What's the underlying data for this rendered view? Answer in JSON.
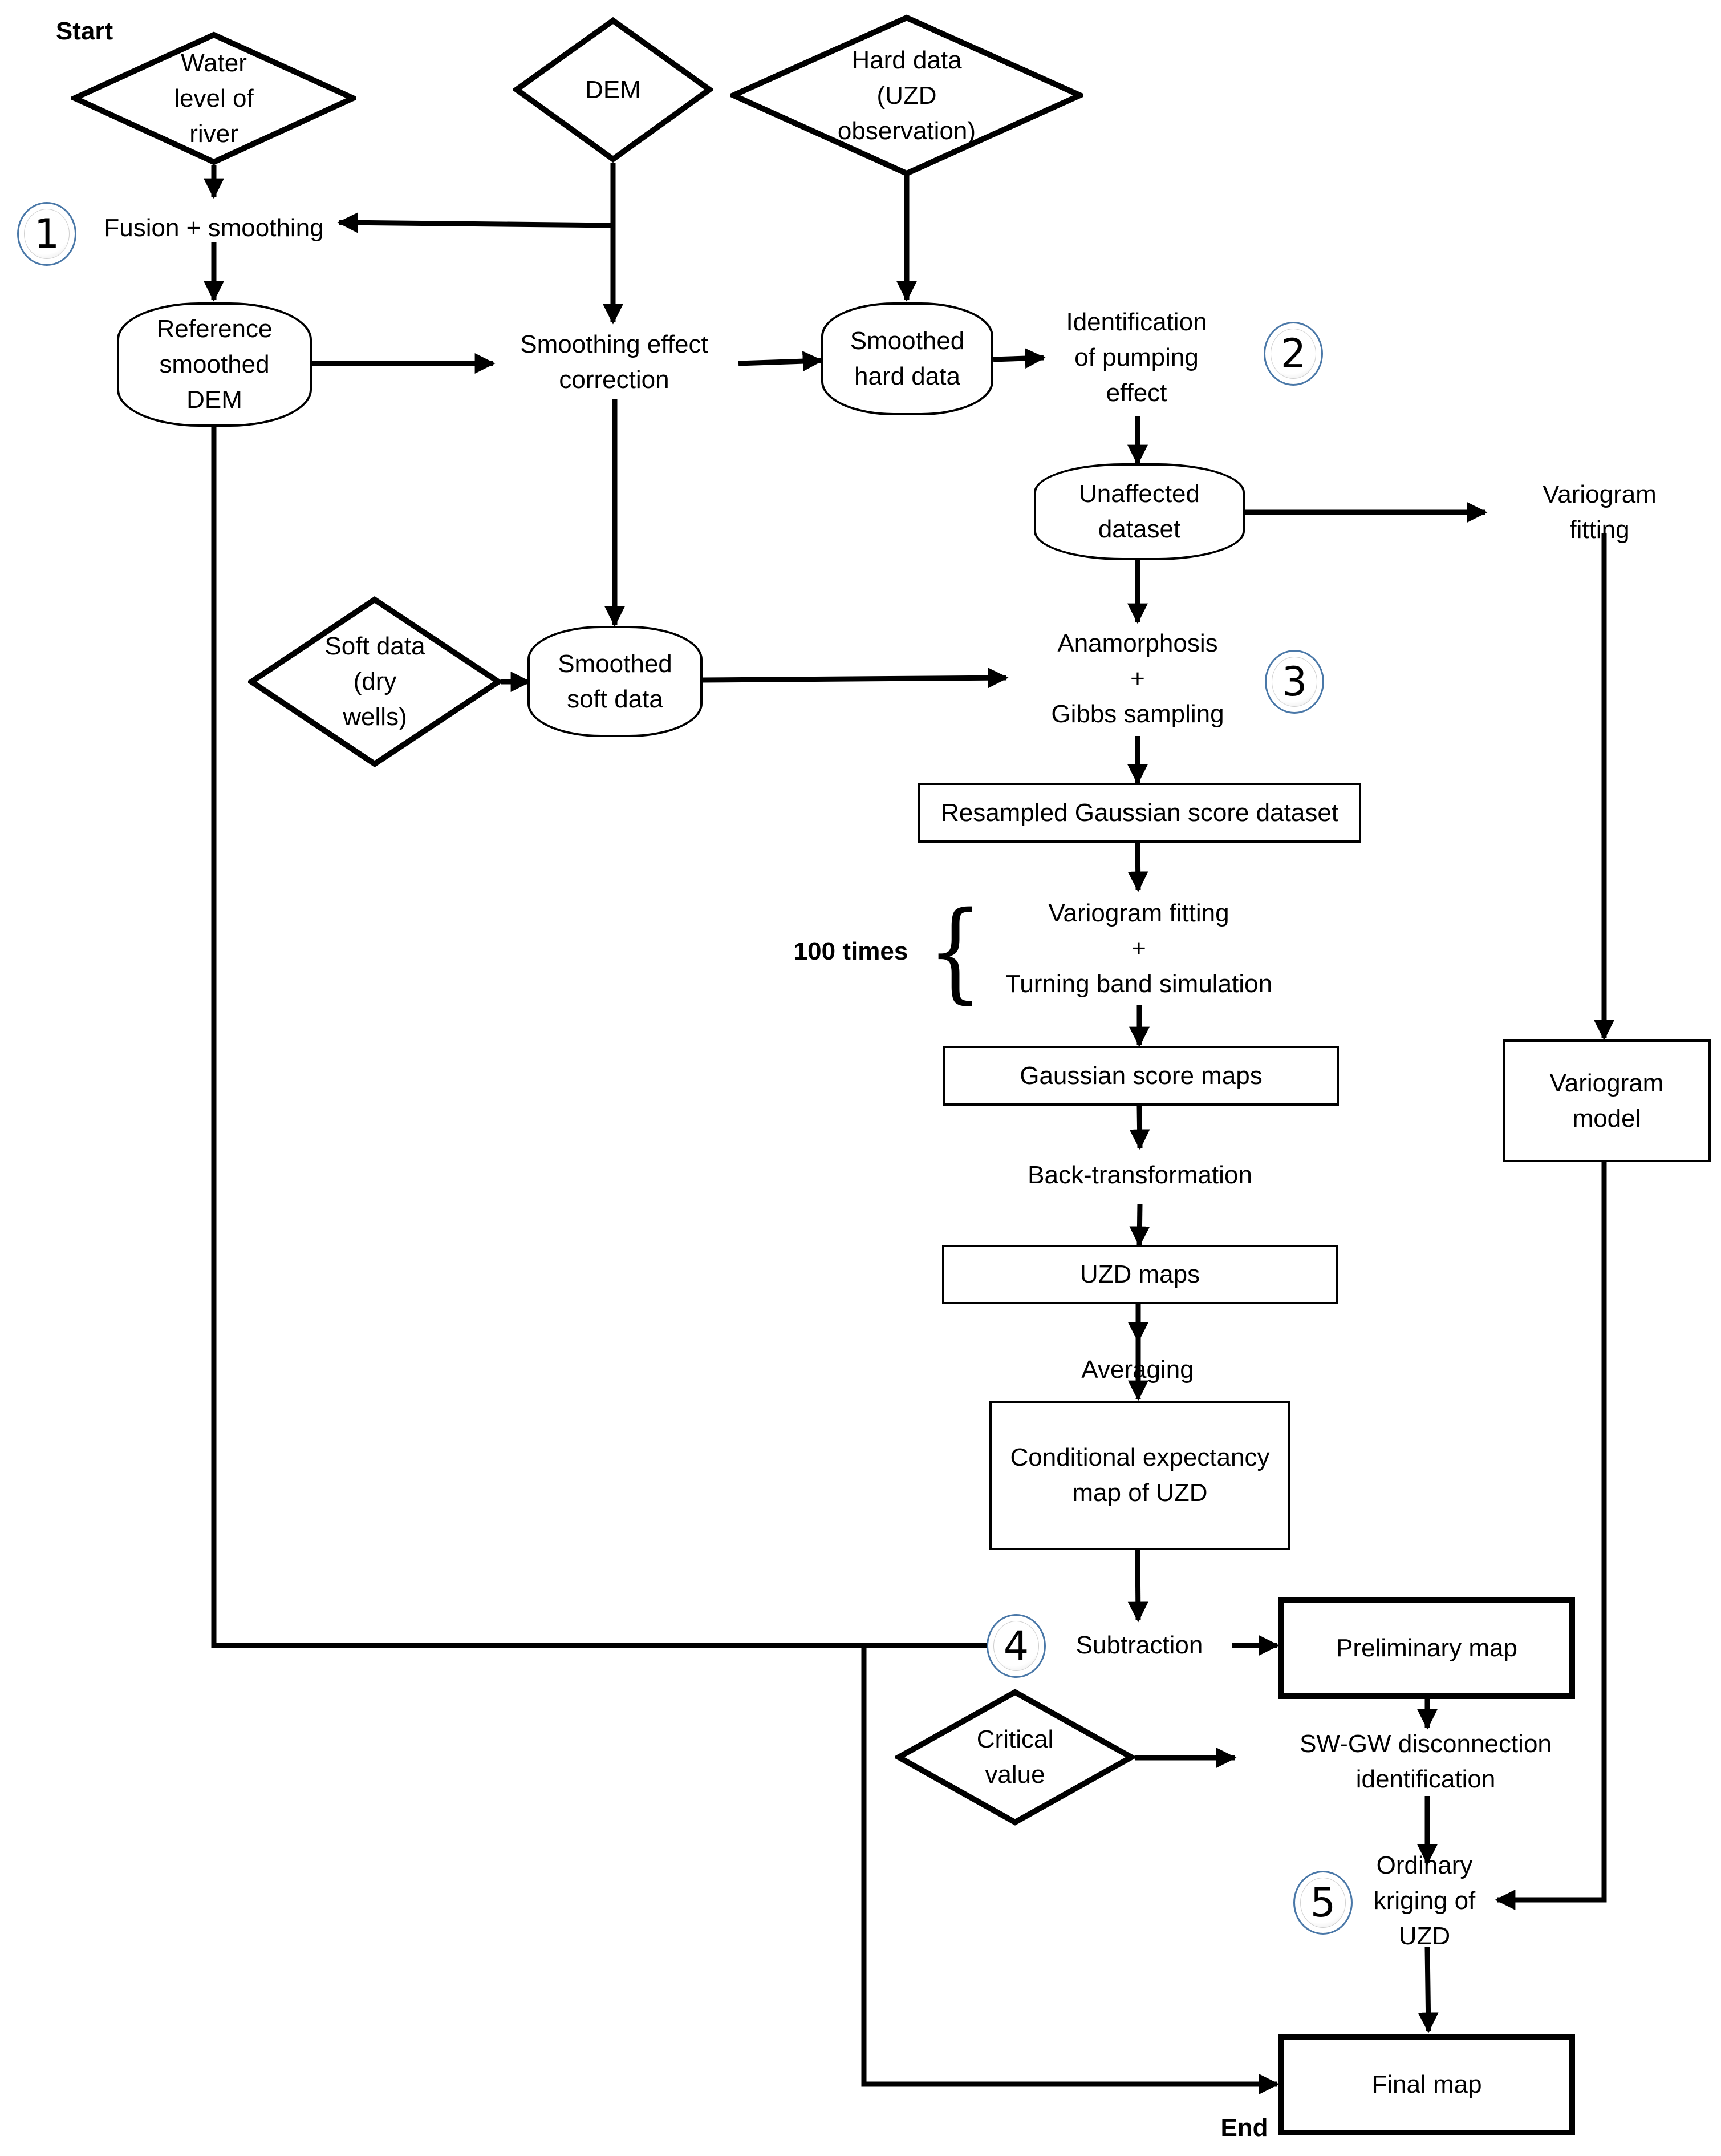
{
  "diagram": {
    "type": "flowchart",
    "start_label": "Start",
    "end_label": "End",
    "repeat_label": "100 times",
    "inputs": {
      "water_level": "Water\nlevel of\nriver",
      "dem": "DEM",
      "hard_data": "Hard data\n(UZD\nobservation)",
      "soft_data": "Soft data\n(dry\nwells)",
      "critical_value": "Critical\nvalue"
    },
    "processes": {
      "fusion": "Fusion + smoothing",
      "smoothing_correction": "Smoothing effect\ncorrection",
      "identification": "Identification\nof pumping\neffect",
      "variogram_fitting_right": "Variogram fitting",
      "anamorphosis": "Anamorphosis\n+\nGibbs sampling",
      "variogram_turning": "Variogram fitting\n+\nTurning band simulation",
      "back_transformation": "Back-transformation",
      "averaging": "Averaging",
      "subtraction": "Subtraction",
      "swgw": "SW-GW disconnection\nidentification",
      "kriging": "Ordinary\nkriging of\nUZD"
    },
    "datasets": {
      "reference_dem": "Reference\nsmoothed\nDEM",
      "smoothed_hard": "Smoothed\nhard data",
      "unaffected": "Unaffected\ndataset",
      "smoothed_soft": "Smoothed\nsoft data"
    },
    "outputs": {
      "resampled": "Resampled Gaussian score dataset",
      "gaussian_maps": "Gaussian score maps",
      "uzd_maps": "UZD maps",
      "conditional": "Conditional expectancy\nmap of UZD",
      "variogram_model": "Variogram\nmodel",
      "preliminary": "Preliminary map",
      "final": "Final map"
    },
    "steps": [
      "1",
      "2",
      "3",
      "4",
      "5"
    ],
    "colors": {
      "stroke": "#000000",
      "step_ring": "#4a78a8",
      "background": "#ffffff"
    }
  }
}
